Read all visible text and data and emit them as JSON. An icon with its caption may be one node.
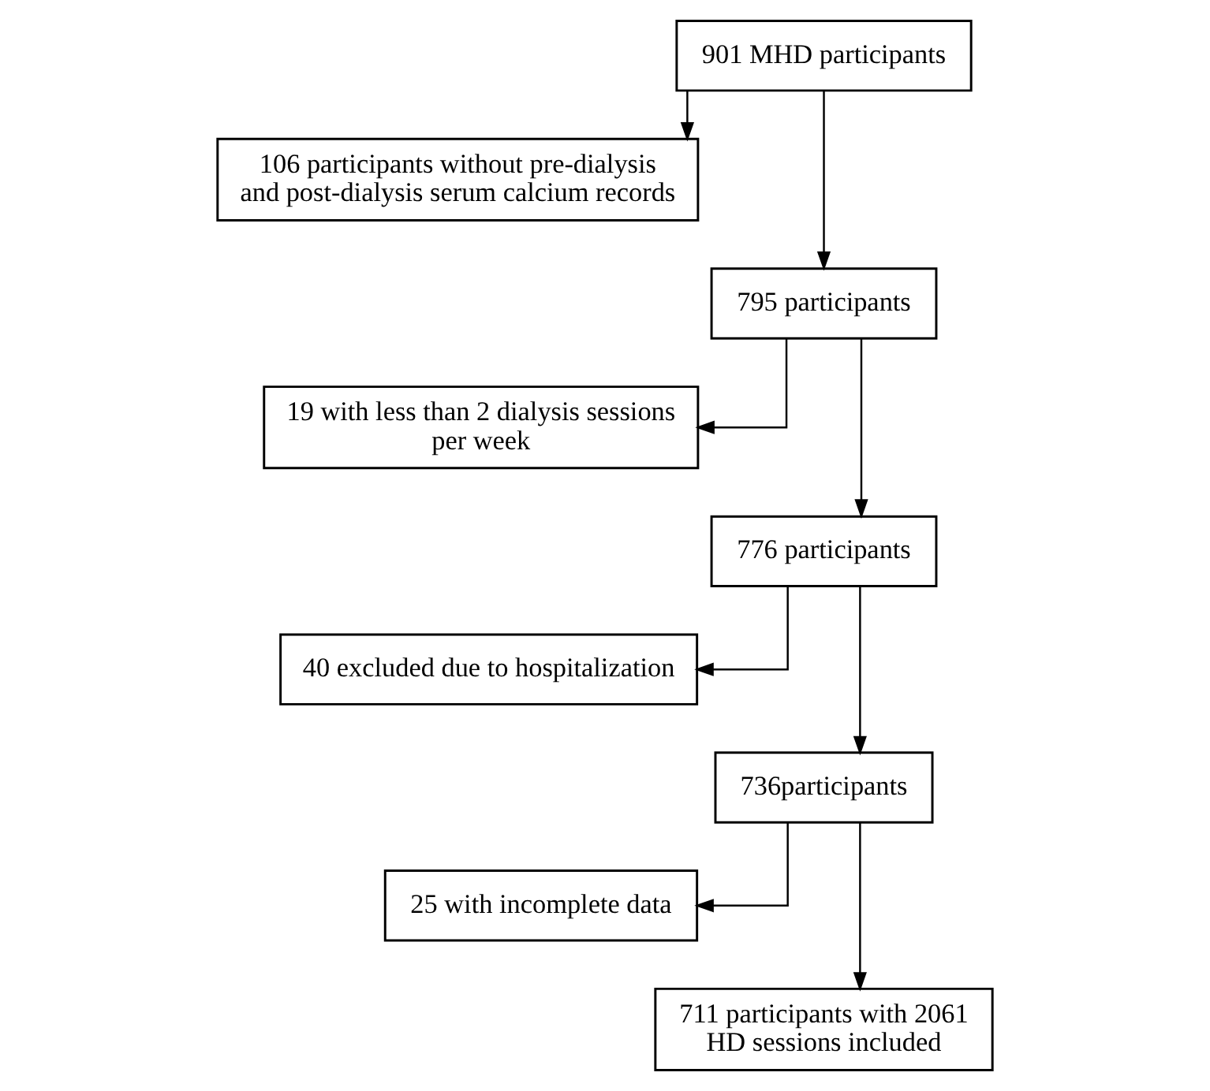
{
  "diagram": {
    "nodes": [
      {
        "text": [
          "901 MHD participants"
        ]
      },
      {
        "text": [
          "106 participants without pre-dialysis and post-dialysis serum calcium records"
        ]
      },
      {
        "text": [
          "795 participants"
        ]
      },
      {
        "text": [
          "19 with less than 2 dialysis sessions per week"
        ]
      },
      {
        "text": [
          "776 participants"
        ]
      },
      {
        "text": [
          "40 excluded due to hospitalization"
        ]
      },
      {
        "text": [
          "736participants"
        ]
      },
      {
        "text": [
          "25 with incomplete data"
        ]
      },
      {
        "text": [
          "711 participants with 2061 HD sessions included"
        ]
      }
    ],
    "edges": [
      {
        "from": 0,
        "to": 2,
        "arrow": "to"
      },
      {
        "from": 0,
        "to": 1,
        "arrow": "to"
      },
      {
        "from": 2,
        "to": 4,
        "arrow": "to"
      },
      {
        "from": 2,
        "to": 3,
        "arrow": "to"
      },
      {
        "from": 4,
        "to": 6,
        "arrow": "to"
      },
      {
        "from": 4,
        "to": 5,
        "arrow": "to"
      },
      {
        "from": 6,
        "to": 8,
        "arrow": "to"
      },
      {
        "from": 6,
        "to": 7,
        "arrow": "to"
      }
    ]
  }
}
